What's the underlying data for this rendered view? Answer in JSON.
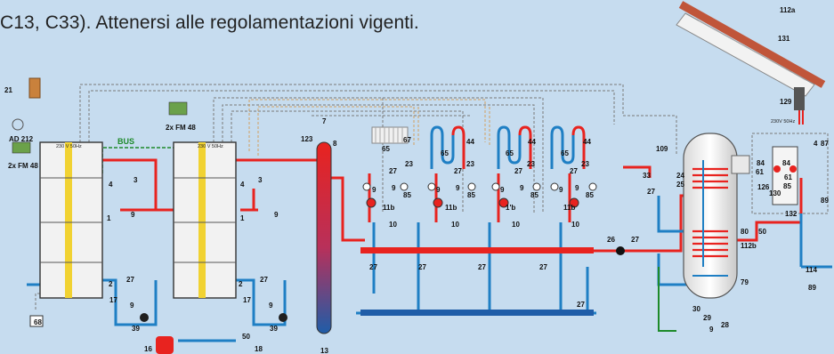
{
  "caption": "C13, C33). Attenersi alle regolamentazioni vigenti.",
  "colors": {
    "background": "#c6dcef",
    "hot_pipe": "#e8231f",
    "cold_pipe": "#1f7fc4",
    "bus_line": "#1d8a2a",
    "control_line": "#7a7a7a"
  },
  "labels": {
    "ad212": "AD 212",
    "fm48_left": "2x FM 48",
    "fm48_mid": "2x FM 48",
    "bus": "BUS",
    "voltage1": "230 V 50Hz",
    "voltage2": "230 V 50Hz",
    "voltage3": "230V 50Hz",
    "n1": "1",
    "n2": "2",
    "n3": "3",
    "n4": "4",
    "n7": "7",
    "n8": "8",
    "n9": "9",
    "n10": "10",
    "n11b": "11b",
    "n1b": "1'b",
    "n13": "13",
    "n16": "16",
    "n17": "17",
    "n18": "18",
    "n21": "21",
    "n23": "23",
    "n24": "24",
    "n25": "25",
    "n26": "26",
    "n27": "27",
    "n28": "28",
    "n29": "29",
    "n30": "30",
    "n33": "33",
    "n39": "39",
    "n44": "44",
    "n50": "50",
    "n61": "61",
    "n65": "65",
    "n67": "67",
    "n68": "68",
    "n79": "79",
    "n80": "80",
    "n84": "84",
    "n85": "85",
    "n87": "87",
    "n89": "89",
    "n109": "109",
    "n112a": "112a",
    "n112b": "112b",
    "n114": "114",
    "n123": "123",
    "n126": "126",
    "n129": "129",
    "n130": "130",
    "n131": "131",
    "n132": "132"
  }
}
